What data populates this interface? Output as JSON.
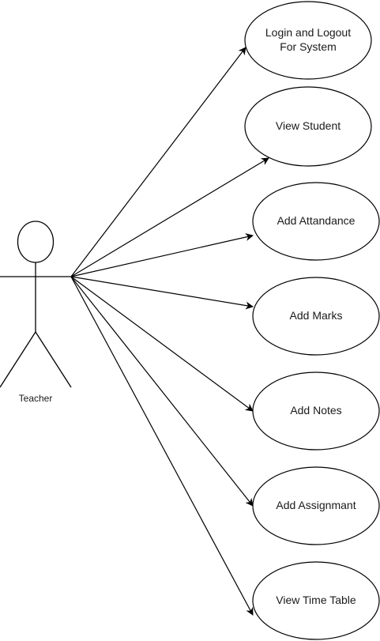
{
  "actor": {
    "label": "Teacher"
  },
  "use_cases": [
    {
      "id": "login",
      "label": "Login and Logout For System"
    },
    {
      "id": "view-student",
      "label": "View Student"
    },
    {
      "id": "add-attendance",
      "label": "Add Attandance"
    },
    {
      "id": "add-marks",
      "label": "Add Marks"
    },
    {
      "id": "add-notes",
      "label": "Add Notes"
    },
    {
      "id": "add-assignment",
      "label": "Add Assignmant"
    },
    {
      "id": "view-timetable",
      "label": "View Time Table"
    }
  ],
  "colors": {
    "stroke": "#000000",
    "fill": "#ffffff",
    "text": "#1a1a1a"
  }
}
